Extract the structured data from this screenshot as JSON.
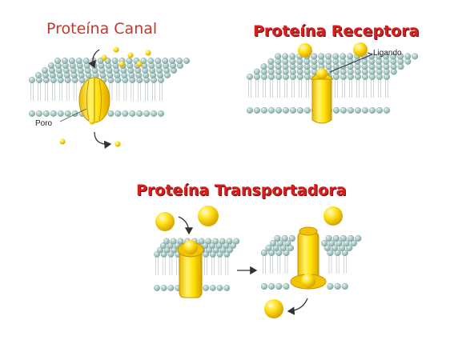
{
  "panels": {
    "canal": {
      "title": "Proteína Canal",
      "label_poro": "Poro"
    },
    "receptora": {
      "title": "Proteína Receptora",
      "label_ligando": "Ligando"
    },
    "transportadora": {
      "title": "Proteína Transportadora"
    }
  },
  "colors": {
    "title_red": "#d41f1f",
    "lipid_head": "#8fb9b5",
    "protein_yellow": "#f5d800",
    "arrow": "#333333"
  }
}
